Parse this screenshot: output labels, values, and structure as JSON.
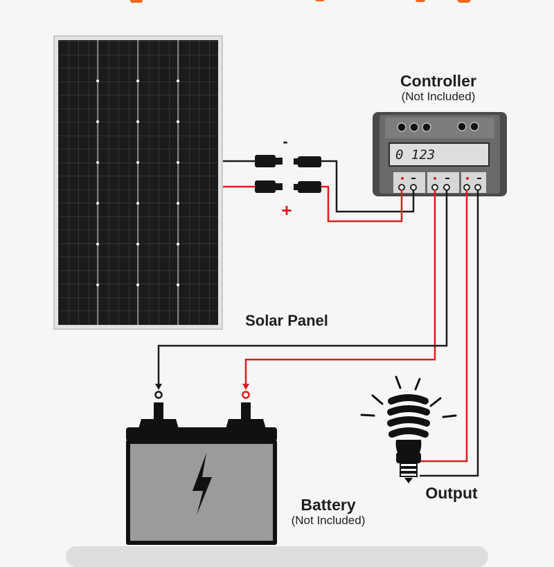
{
  "labels": {
    "controller": "Controller",
    "controller_note": "(Not Included)",
    "solar_panel": "Solar Panel",
    "battery": "Battery",
    "battery_note": "(Not Included)",
    "output": "Output"
  },
  "controller_display": "0 123",
  "polarity": {
    "negative": "-",
    "positive": "+"
  },
  "colors": {
    "title_orange": "#f26a21",
    "positive_wire": "#e01b1b",
    "negative_wire": "#1a1a1a",
    "controller_body": "#4a4a4a",
    "battery_body": "#9b9b9b"
  }
}
